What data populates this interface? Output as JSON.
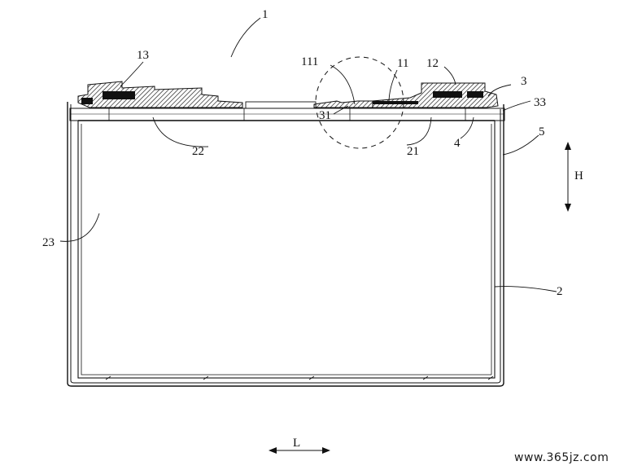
{
  "labels": {
    "l1": "1",
    "l13": "13",
    "l111": "111",
    "l11": "11",
    "l12": "12",
    "l3": "3",
    "l33": "33",
    "l31": "31",
    "l22": "22",
    "l21": "21",
    "l4": "4",
    "l5": "5",
    "lH": "H",
    "l23": "23",
    "l2": "2",
    "lL": "L"
  },
  "watermark": "www.365jz.com"
}
